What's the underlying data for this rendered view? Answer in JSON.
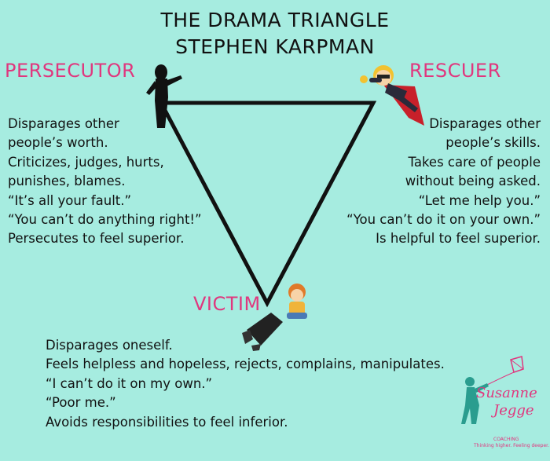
{
  "title": {
    "line1": "THE DRAMA TRIANGLE",
    "line2": "STEPHEN KARPMAN"
  },
  "colors": {
    "background": "#a6ece0",
    "accent": "#e0377e",
    "text": "#111111"
  },
  "persecutor": {
    "label": "PERSECUTOR",
    "lines": [
      "Disparages other",
      "people’s worth.",
      "Criticizes, judges, hurts,",
      "punishes, blames.",
      "“It’s all your fault.”",
      "“You can’t do anything right!”",
      "Persecutes to feel superior."
    ]
  },
  "rescuer": {
    "label": "RESCUER",
    "lines": [
      "Disparages other",
      "people’s skills.",
      "Takes care of people",
      "without being asked.",
      "“Let me help you.”",
      "“You can’t do it on your own.”",
      "Is helpful to feel superior."
    ]
  },
  "victim": {
    "label": "VICTIM",
    "lines": [
      "Disparages oneself.",
      "Feels helpless and hopeless, rejects, complains, manipulates.",
      "“I can’t do it on my own.”",
      "“Poor me.”",
      "Avoids responsibilities to feel inferior."
    ]
  },
  "logo": {
    "name_first": "Susanne",
    "name_last": "Jegge",
    "subtitle": "COACHING",
    "tagline": "Thinking higher. Feeling deeper."
  }
}
